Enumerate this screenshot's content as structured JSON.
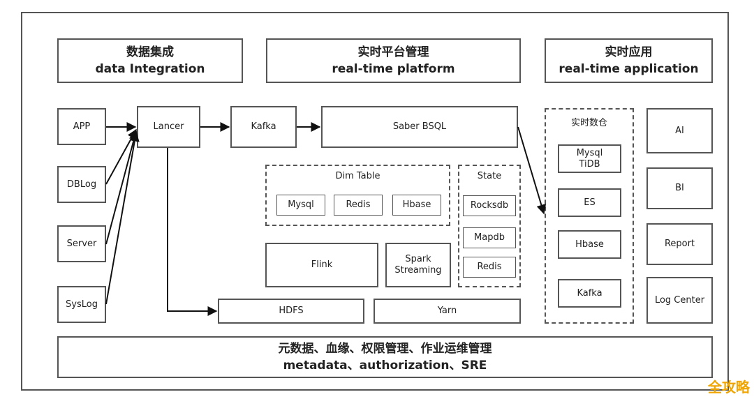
{
  "headers": {
    "integration": {
      "zh": "数据集成",
      "en": "data Integration"
    },
    "platform": {
      "zh": "实时平台管理",
      "en": "real-time platform"
    },
    "application": {
      "zh": "实时应用",
      "en": "real-time application"
    }
  },
  "sources": [
    "APP",
    "DBLog",
    "Server",
    "SysLog"
  ],
  "pipeline": {
    "lancer": "Lancer",
    "kafka": "Kafka",
    "saber": "Saber BSQL"
  },
  "dim_table": {
    "title": "Dim Table",
    "items": [
      "Mysql",
      "Redis",
      "Hbase"
    ]
  },
  "state": {
    "title": "State",
    "items": [
      "Rocksdb",
      "Mapdb",
      "Redis"
    ]
  },
  "engines": {
    "flink": "Flink",
    "spark_line1": "Spark",
    "spark_line2": "Streaming",
    "hdfs": "HDFS",
    "yarn": "Yarn"
  },
  "warehouse": {
    "title": "实时数仓",
    "mysql_line1": "Mysql",
    "mysql_line2": "TiDB",
    "items": [
      "ES",
      "Hbase",
      "Kafka"
    ]
  },
  "apps": [
    "AI",
    "BI",
    "Report",
    "Log Center"
  ],
  "footer": {
    "zh": "元数据、血缘、权限管理、作业运维管理",
    "en": "metadata、authorization、SRE"
  },
  "watermark": "全攻略"
}
